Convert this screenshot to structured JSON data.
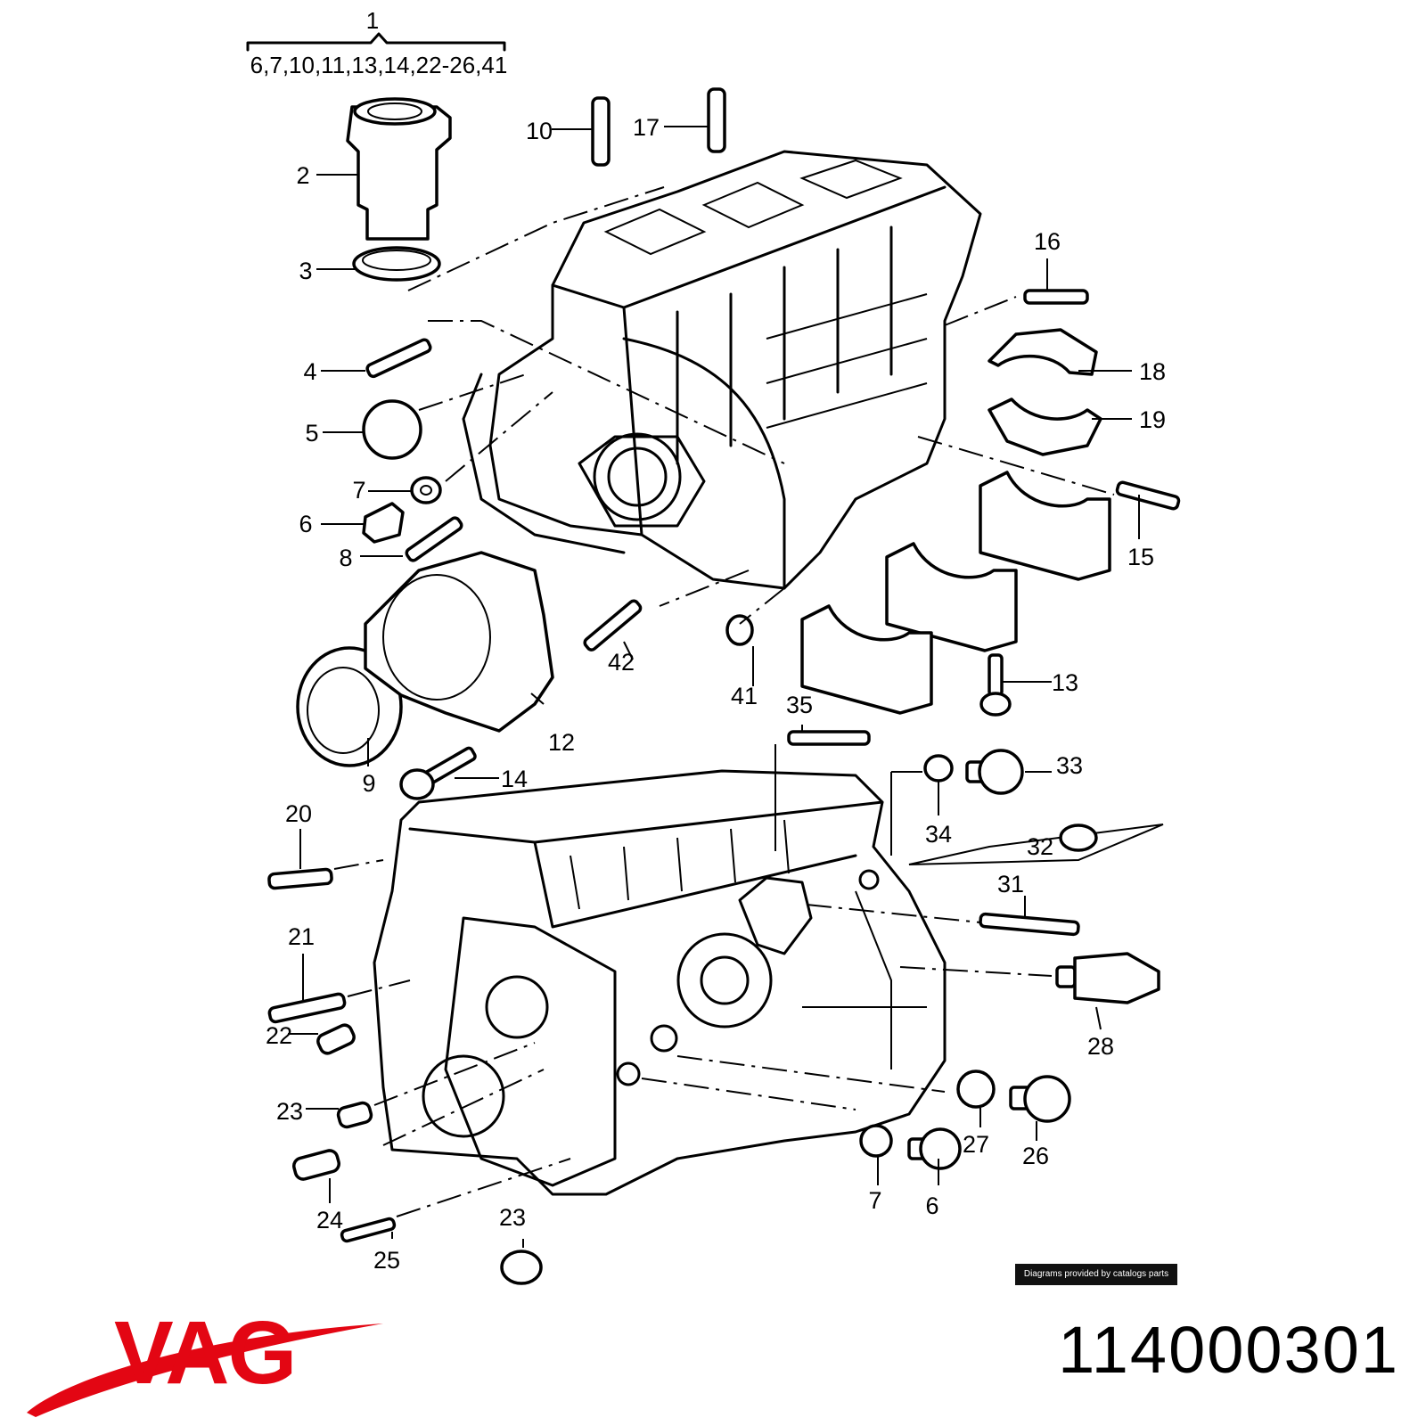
{
  "diagram": {
    "top_label_main": "1",
    "top_label_group": "6,7,10,11,13,14,22-26,41",
    "labels": [
      {
        "id": "l2",
        "text": "2"
      },
      {
        "id": "l3",
        "text": "3"
      },
      {
        "id": "l4",
        "text": "4"
      },
      {
        "id": "l5",
        "text": "5"
      },
      {
        "id": "l6a",
        "text": "6"
      },
      {
        "id": "l7a",
        "text": "7"
      },
      {
        "id": "l8",
        "text": "8"
      },
      {
        "id": "l9",
        "text": "9"
      },
      {
        "id": "l10",
        "text": "10"
      },
      {
        "id": "l12",
        "text": "12"
      },
      {
        "id": "l13",
        "text": "13"
      },
      {
        "id": "l14",
        "text": "14"
      },
      {
        "id": "l15",
        "text": "15"
      },
      {
        "id": "l16",
        "text": "16"
      },
      {
        "id": "l17",
        "text": "17"
      },
      {
        "id": "l18",
        "text": "18"
      },
      {
        "id": "l19",
        "text": "19"
      },
      {
        "id": "l20",
        "text": "20"
      },
      {
        "id": "l21",
        "text": "21"
      },
      {
        "id": "l22",
        "text": "22"
      },
      {
        "id": "l23a",
        "text": "23"
      },
      {
        "id": "l23b",
        "text": "23"
      },
      {
        "id": "l24",
        "text": "24"
      },
      {
        "id": "l25",
        "text": "25"
      },
      {
        "id": "l26",
        "text": "26"
      },
      {
        "id": "l27",
        "text": "27"
      },
      {
        "id": "l28",
        "text": "28"
      },
      {
        "id": "l31",
        "text": "31"
      },
      {
        "id": "l32",
        "text": "32"
      },
      {
        "id": "l33",
        "text": "33"
      },
      {
        "id": "l34",
        "text": "34"
      },
      {
        "id": "l35",
        "text": "35"
      },
      {
        "id": "l41",
        "text": "41"
      },
      {
        "id": "l42",
        "text": "42"
      },
      {
        "id": "l6b",
        "text": "6"
      },
      {
        "id": "l7b",
        "text": "7"
      }
    ]
  },
  "credit": "Diagrams provided by catalogs parts",
  "brand": {
    "logo_text": "VAG",
    "logo_color": "#e30613",
    "part_number": "114000301"
  }
}
